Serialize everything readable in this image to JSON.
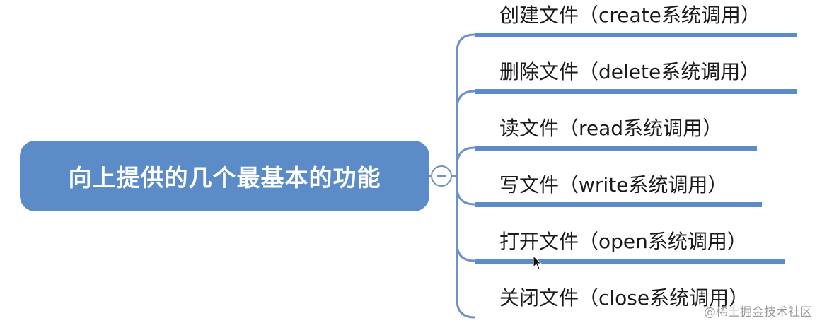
{
  "root": {
    "label": "向上提供的几个最基本的功能",
    "color": "#5b8cc8"
  },
  "toggle": {
    "icon": "collapse-minus-icon",
    "state": "expanded"
  },
  "branches": [
    {
      "label": "创建文件（create系统调用）"
    },
    {
      "label": "删除文件（delete系统调用）"
    },
    {
      "label": "读文件（read系统调用）"
    },
    {
      "label": "写文件（write系统调用）"
    },
    {
      "label": "打开文件（open系统调用）"
    },
    {
      "label": "关闭文件（close系统调用）"
    }
  ],
  "watermark": "@稀土掘金技术社区",
  "colors": {
    "branch_line": "#5b8cc8",
    "connector": "#6e93c4",
    "text": "#1a1a1a"
  }
}
